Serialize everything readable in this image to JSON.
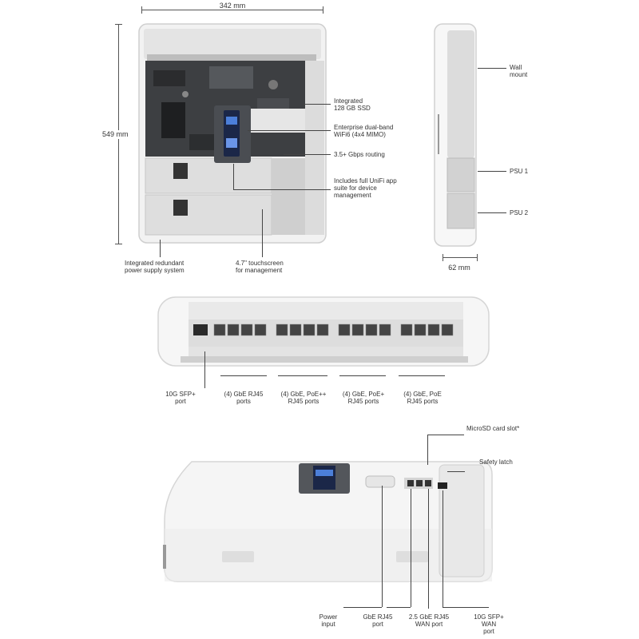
{
  "dimensions": {
    "width": "342 mm",
    "height": "549 mm",
    "depth": "62 mm"
  },
  "front_callouts": {
    "ssd": [
      "Integrated",
      "128 GB SSD"
    ],
    "wifi": [
      "Enterprise dual-band",
      "WiFi6 (4x4 MIMO)"
    ],
    "routing": "3.5+ Gbps routing",
    "unifi": [
      "Includes full UniFi app",
      "suite for device",
      "management"
    ],
    "psu_system": [
      "Integrated redundant",
      "power supply system"
    ],
    "touchscreen": [
      "4.7\" touchscreen",
      "for management"
    ]
  },
  "side_callouts": {
    "wall_mount": [
      "Wall",
      "mount"
    ],
    "psu1": "PSU 1",
    "psu2": "PSU 2"
  },
  "port_callouts": {
    "sfp": [
      "10G SFP+",
      "port"
    ],
    "rj45": [
      "(4) GbE RJ45",
      "ports"
    ],
    "poepp": [
      "(4) GbE, PoE++",
      "RJ45 ports"
    ],
    "poep": [
      "(4) GbE, PoE+",
      "RJ45 ports"
    ],
    "poe": [
      "(4) GbE, PoE",
      "RJ45 ports"
    ]
  },
  "bottom_callouts": {
    "microsd": "MicroSD card slot*",
    "safety": "Safety latch",
    "power": [
      "Power",
      "input"
    ],
    "gbe": [
      "GbE RJ45",
      "port"
    ],
    "wan25": [
      "2.5 GbE RJ45",
      "WAN port"
    ],
    "sfp_wan": [
      "10G SFP+",
      "WAN",
      "port"
    ]
  }
}
